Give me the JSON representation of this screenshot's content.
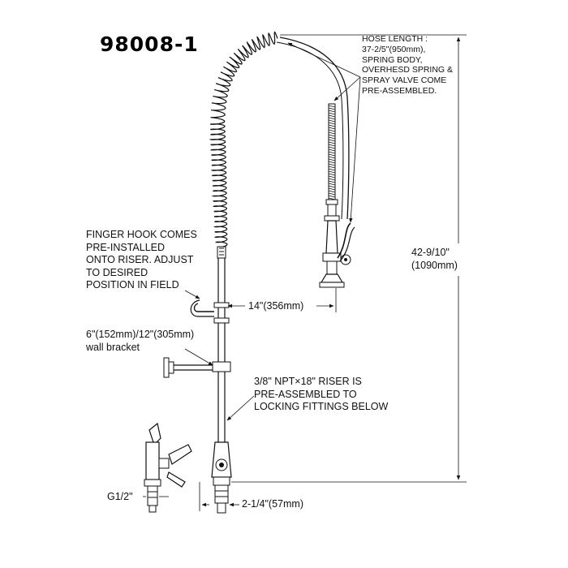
{
  "model_number": "98008-1",
  "notes": {
    "hose": [
      "HOSE LENGTH :",
      "37-2/5\"(950mm),",
      "SPRING BODY,",
      "OVERHESD SPRING &",
      "SPRAY VALVE COME",
      "PRE-ASSEMBLED."
    ],
    "finger_hook": [
      "FINGER HOOK COMES",
      "PRE-INSTALLED",
      "ONTO RISER. ADJUST",
      "TO DESIRED",
      "POSITION IN FIELD"
    ],
    "wall_bracket": [
      "6\"(152mm)/12\"(305mm)",
      "wall bracket"
    ],
    "riser": [
      "3/8\" NPT×18\" RISER IS",
      "PRE-ASSEMBLED TO",
      "LOCKING FITTINGS BELOW"
    ]
  },
  "dimensions": {
    "height": [
      "42-9/10\"",
      "(1090mm)"
    ],
    "reach": "14\"(356mm)",
    "inlet": "2-1/4\"(57mm)",
    "thread": "G1/2\""
  }
}
